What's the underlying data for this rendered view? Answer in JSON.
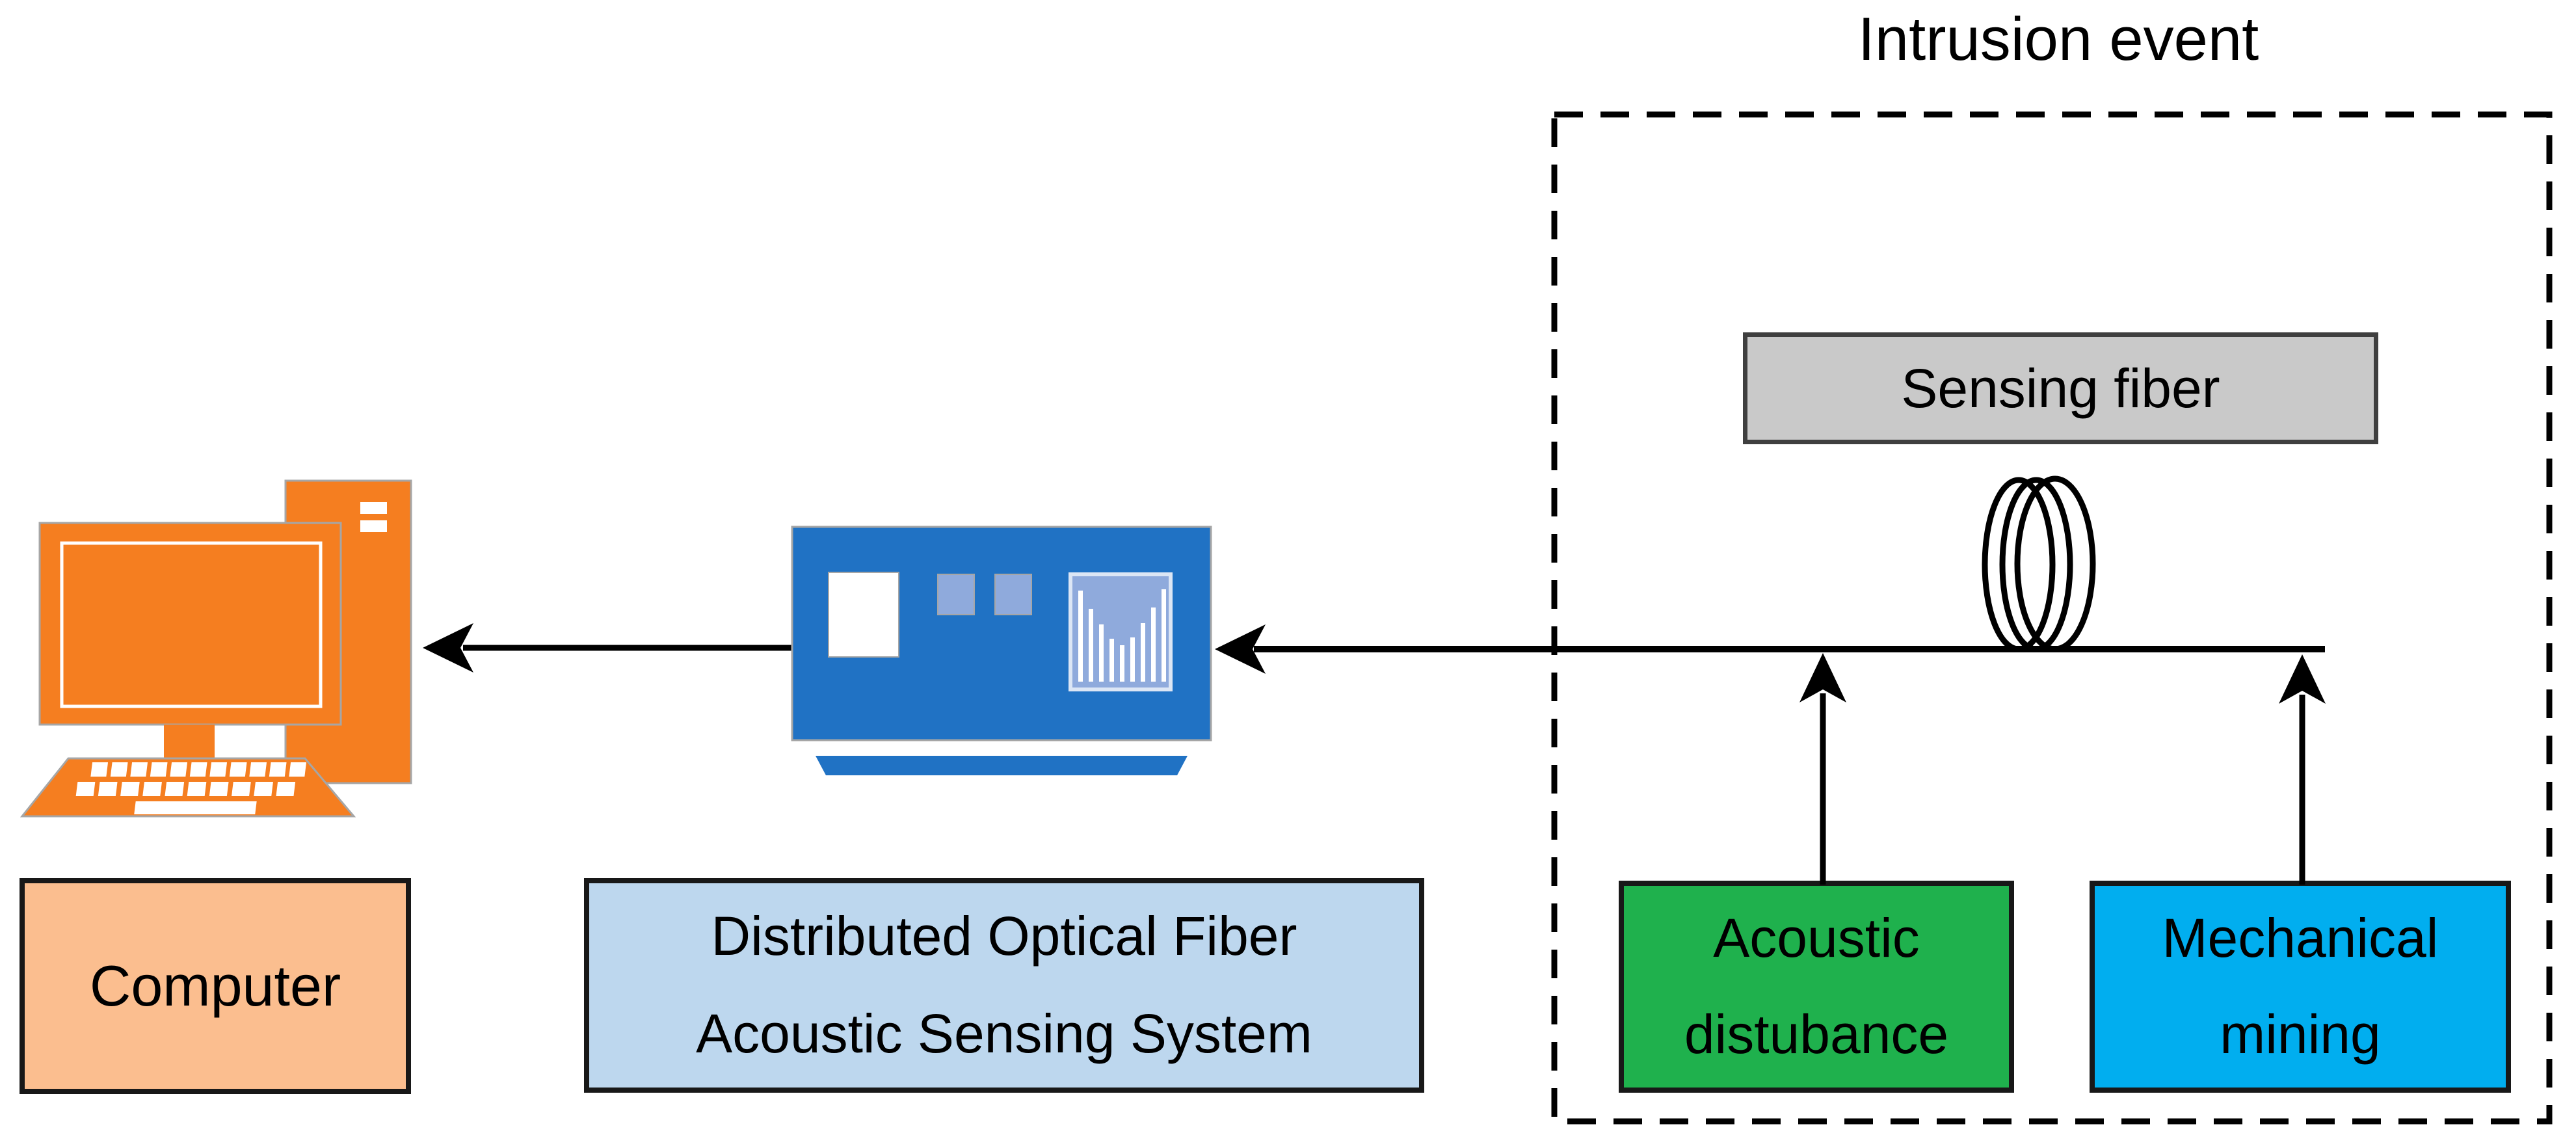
{
  "diagram": {
    "type": "block-diagram",
    "title": "Intrusion event",
    "nodes": {
      "computer": {
        "label": "Computer",
        "fill": "#FBBE8F",
        "icon": "desktop-computer-icon",
        "icon_color": "#F57E20"
      },
      "das": {
        "line1": "Distributed Optical Fiber",
        "line2": "Acoustic Sensing System",
        "fill": "#BDD7EE",
        "icon": "das-interrogator-icon",
        "icon_color": "#2072C4",
        "icon_screen_color": "#8FAADC"
      },
      "sensing_fiber": {
        "label": "Sensing fiber",
        "fill": "#C9C9C9",
        "icon": "fiber-coil-icon"
      },
      "acoustic_disturbance": {
        "line1": "Acoustic",
        "line2": "distubance",
        "fill": "#1FB14D"
      },
      "mechanical_mining": {
        "line1": "Mechanical",
        "line2": "mining",
        "fill": "#01AEEF"
      }
    },
    "connections": [
      {
        "from": "das",
        "to": "computer",
        "style": "solid-arrow",
        "direction": "left"
      },
      {
        "from": "sensing_fiber_line",
        "to": "das",
        "style": "solid-arrow",
        "direction": "left"
      },
      {
        "from": "acoustic_disturbance",
        "to": "sensing_fiber_line",
        "style": "solid-arrow",
        "direction": "up"
      },
      {
        "from": "mechanical_mining",
        "to": "sensing_fiber_line",
        "style": "solid-arrow",
        "direction": "up"
      }
    ],
    "intrusion_region": {
      "border_style": "dashed",
      "border_color": "#000000",
      "contains": [
        "sensing_fiber",
        "acoustic_disturbance",
        "mechanical_mining"
      ]
    },
    "colors": {
      "line": "#000000",
      "computer_orange": "#F57E20",
      "das_blue": "#2072C4",
      "das_light_blue": "#8FAADC",
      "computer_label_peach": "#FBBE8F",
      "das_label_blue": "#BDD7EE",
      "sensing_gray": "#C9C9C9",
      "acoustic_green": "#1FB14D",
      "mechanical_cyan": "#01AEEF"
    }
  }
}
